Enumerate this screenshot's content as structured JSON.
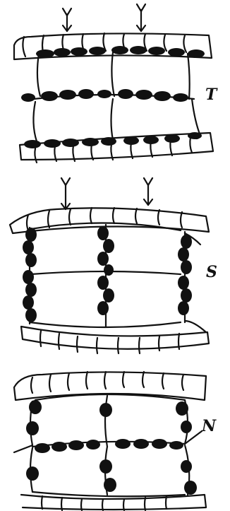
{
  "panels": [
    {
      "label": "T"
    },
    {
      "label": "S"
    },
    {
      "label": "N"
    }
  ],
  "colors": {
    "ink": "#111111",
    "background": "#ffffff"
  },
  "icons": [
    "arrow-down-icon"
  ]
}
